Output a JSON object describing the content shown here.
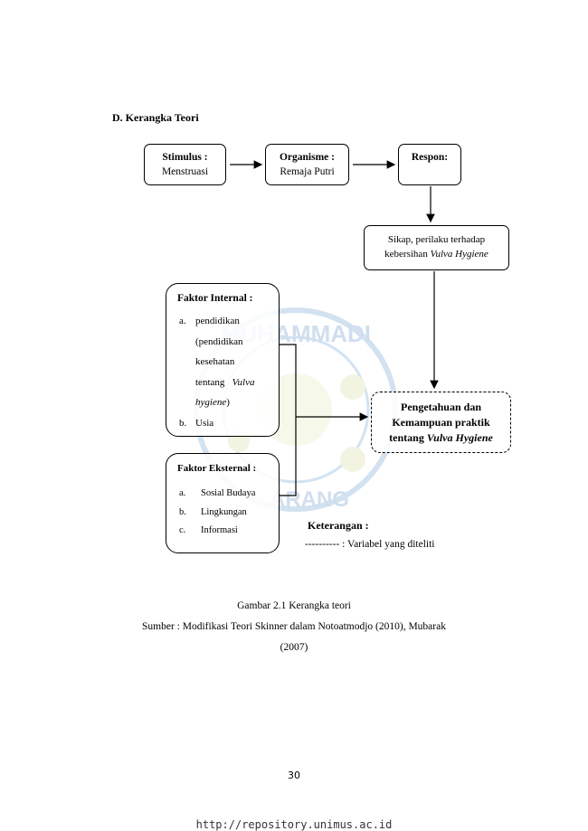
{
  "heading": "D. Kerangka Teori",
  "stimulus": {
    "title": "Stimulus :",
    "text": "Menstruasi"
  },
  "organisme": {
    "title": "Organisme :",
    "text": "Remaja Putri"
  },
  "respon": {
    "title": "Respon:"
  },
  "sikap": {
    "line1": "Sikap, perilaku terhadap",
    "line2_plain": "kebersihan ",
    "line2_italic": "Vulva Hygiene"
  },
  "target": {
    "line1": "Pengetahuan dan",
    "line2": "Kemampuan praktik",
    "line3_plain": "tentang ",
    "line3_italic": "Vulva Hygiene"
  },
  "internal": {
    "title": "Faktor Internal :",
    "a_label": "a.",
    "a_lines": [
      "pendidikan",
      "(pendidikan",
      "kesehatan"
    ],
    "a_line4_plain": "tentang",
    "a_line4_italic": "Vulva",
    "a_line5_italic": "hygiene",
    "a_line5_plain": ")",
    "b_label": "b.",
    "b_text": "Usia"
  },
  "external": {
    "title": "Faktor Eksternal :",
    "items": [
      {
        "label": "a.",
        "text": "Sosial Budaya"
      },
      {
        "label": "b.",
        "text": "Lingkungan"
      },
      {
        "label": "c.",
        "text": "Informasi"
      }
    ]
  },
  "legend": {
    "title": "Keterangan :",
    "text": "---------- : Variabel yang diteliti"
  },
  "caption": {
    "figure": "Gambar 2.1 Kerangka teori",
    "source": "Sumber : Modifikasi Teori Skinner dalam Notoatmodjo (2010), Mubarak",
    "year": "(2007)"
  },
  "watermark": {
    "top_text": "MUHAMMADI",
    "bottom_text": "ARANG"
  },
  "page_number": "30",
  "footer_url": "http://repository.unimus.ac.id"
}
